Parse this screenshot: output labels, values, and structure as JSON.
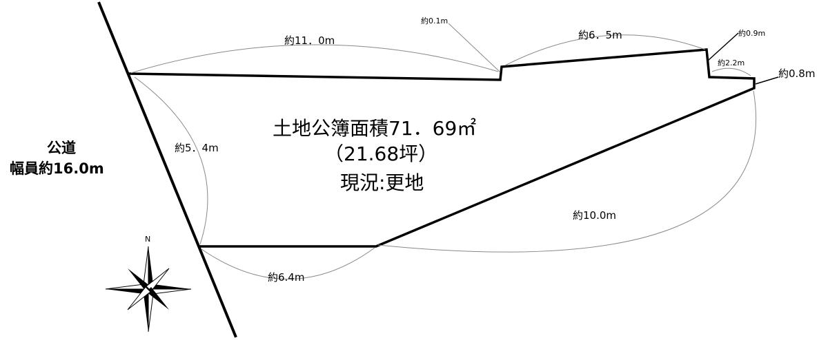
{
  "road": {
    "line1": "公道",
    "line2": "幅員約16.0m"
  },
  "area": {
    "line1": "土地公簿面積71．69㎡",
    "line2": "（21.68坪）",
    "line3": "現況:更地"
  },
  "dimensions": {
    "top_left": "約11．0m",
    "notch1": "約0.1m",
    "top_mid": "約6．5m",
    "notch2": "約0.9m",
    "notch3": "約2.2m",
    "right_end": "約0.8m",
    "left_side": "約5．4m",
    "bottom_right": "約10.0m",
    "bottom_left": "約6.4m"
  },
  "compass": {
    "north": "N"
  }
}
